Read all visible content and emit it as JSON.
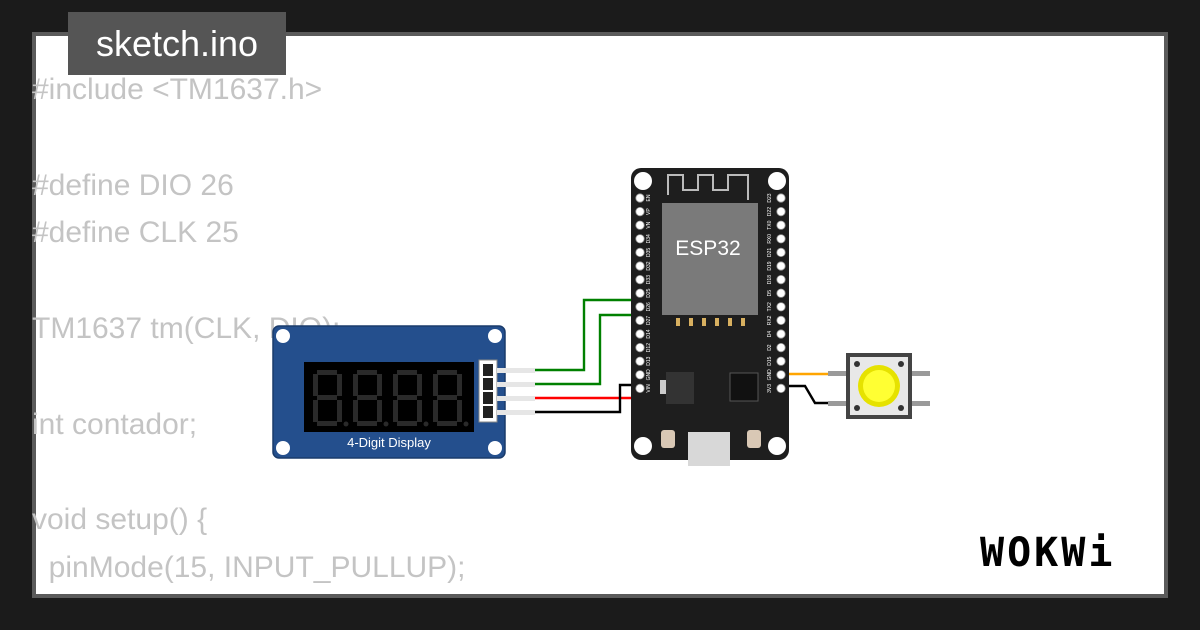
{
  "title": "sketch.ino",
  "code_lines": [
    "#include <TM1637.h>",
    "",
    "#define DIO 26",
    "#define CLK 25",
    "",
    "TM1637 tm(CLK, DIO);",
    "",
    "int contador;",
    "",
    "void setup() {",
    "  pinMode(15, INPUT_PULLUP);"
  ],
  "display": {
    "label": "4-Digit Display",
    "digits": "8.8.8.8."
  },
  "board": {
    "chip_label": "ESP32",
    "left_pins": [
      "EN",
      "VP",
      "VN",
      "D34",
      "D35",
      "D32",
      "D33",
      "D25",
      "D26",
      "D27",
      "D14",
      "D12",
      "D13",
      "GND",
      "VIN"
    ],
    "right_pins": [
      "D23",
      "D22",
      "TX0",
      "RX0",
      "D21",
      "D19",
      "D18",
      "D5",
      "TX2",
      "RX2",
      "D4",
      "D2",
      "D15",
      "GND",
      "3V3"
    ]
  },
  "components": {
    "button_color": "yellow",
    "wire_colors": {
      "clk": "#008000",
      "dio": "#008000",
      "vcc": "#ff0000",
      "gnd": "#000000",
      "button_signal": "#ffa500"
    }
  },
  "brand": "WOKWi"
}
